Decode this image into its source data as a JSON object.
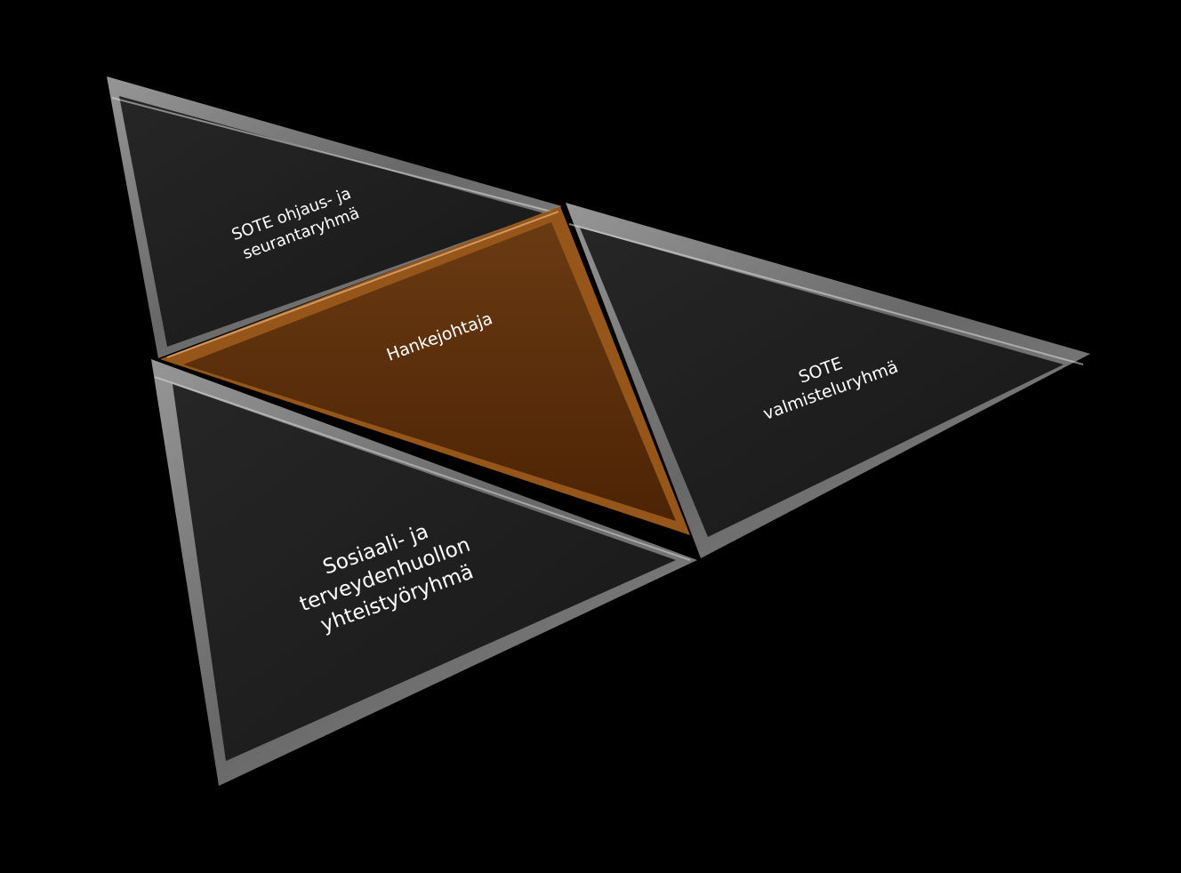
{
  "diagram": {
    "background_color": "#000000",
    "tile_color": "#1e1e1e",
    "highlight_color": "#5a2c08",
    "edge_color": "#9a9a9a",
    "segments": [
      {
        "id": "top",
        "lines": [
          "SOTE ohjaus- ja",
          "seurantaryhmä"
        ],
        "highlighted": false
      },
      {
        "id": "center",
        "lines": [
          "Hankejohtaja"
        ],
        "highlighted": true
      },
      {
        "id": "right",
        "lines": [
          "SOTE",
          "valmisteluryhmä"
        ],
        "highlighted": false
      },
      {
        "id": "bottom",
        "lines": [
          "Sosiaali- ja",
          "terveydenhuollon",
          "yhteistyöryhmä"
        ],
        "highlighted": false
      }
    ]
  }
}
